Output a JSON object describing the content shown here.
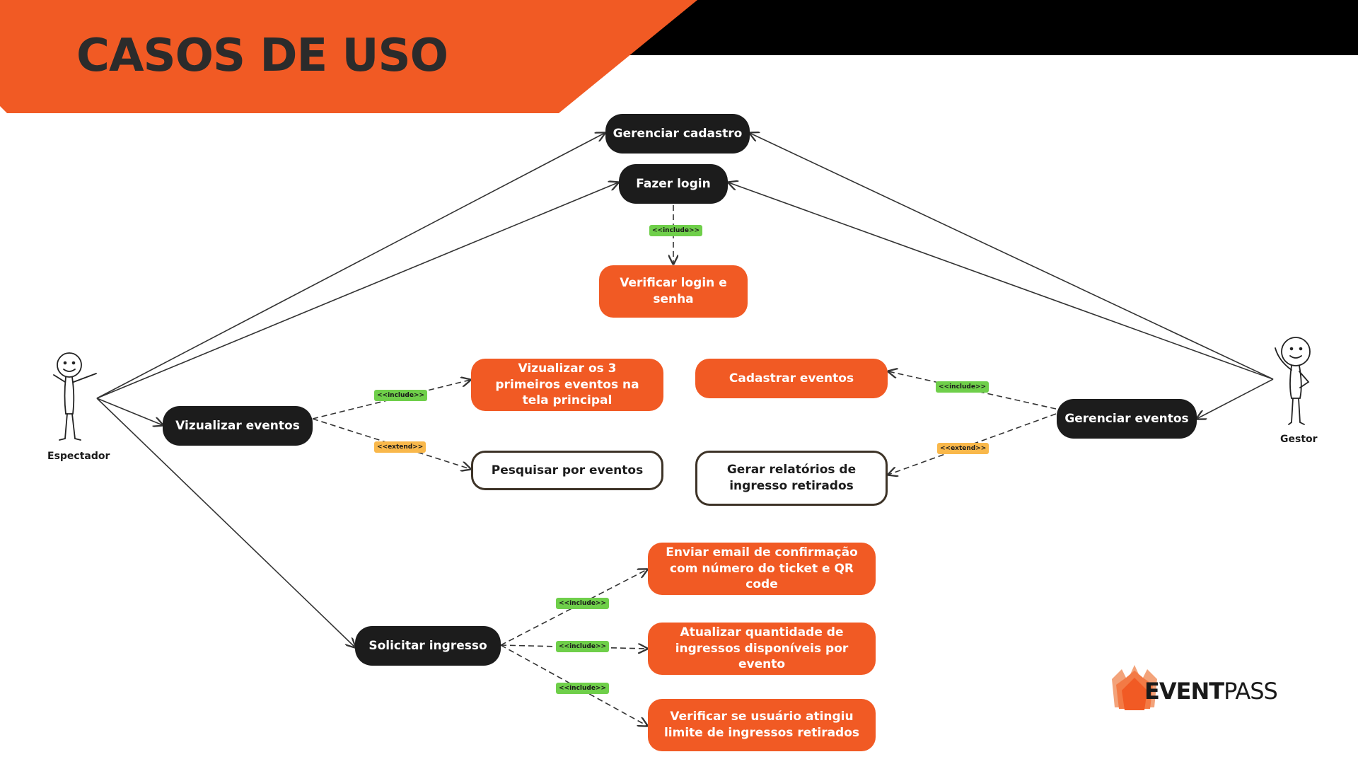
{
  "title": "CASOS DE USO",
  "colors": {
    "accent": "#f15a24",
    "dark": "#1c1c1c",
    "include_tag": "#6fcf4a",
    "extend_tag": "#f9b84b",
    "header_bar": "#000000"
  },
  "actors": {
    "spectator": "Espectador",
    "manager": "Gestor"
  },
  "use_cases": {
    "gerenciar_cadastro": "Gerenciar cadastro",
    "fazer_login": "Fazer login",
    "verificar_login": "Verificar login e senha",
    "vizualizar_eventos": "Vizualizar eventos",
    "vizualizar_3": "Vizualizar os 3 primeiros eventos na tela principal",
    "pesquisar": "Pesquisar por eventos",
    "cadastrar": "Cadastrar eventos",
    "gerar_relatorios": "Gerar relatórios de ingresso retirados",
    "gerenciar_eventos": "Gerenciar eventos",
    "solicitar": "Solicitar ingresso",
    "enviar_email": "Enviar email de confirmação com número do ticket e QR code",
    "atualizar": "Atualizar quantidade de ingressos disponíveis por evento",
    "verificar_limite": "Verificar se usuário atingiu limite de ingressos retirados"
  },
  "relations": {
    "include": "<<include>>",
    "extend": "<<extend>>"
  },
  "logo": {
    "bold": "EVENT",
    "light": "PASS",
    "icon": "flame-lotus-icon"
  }
}
